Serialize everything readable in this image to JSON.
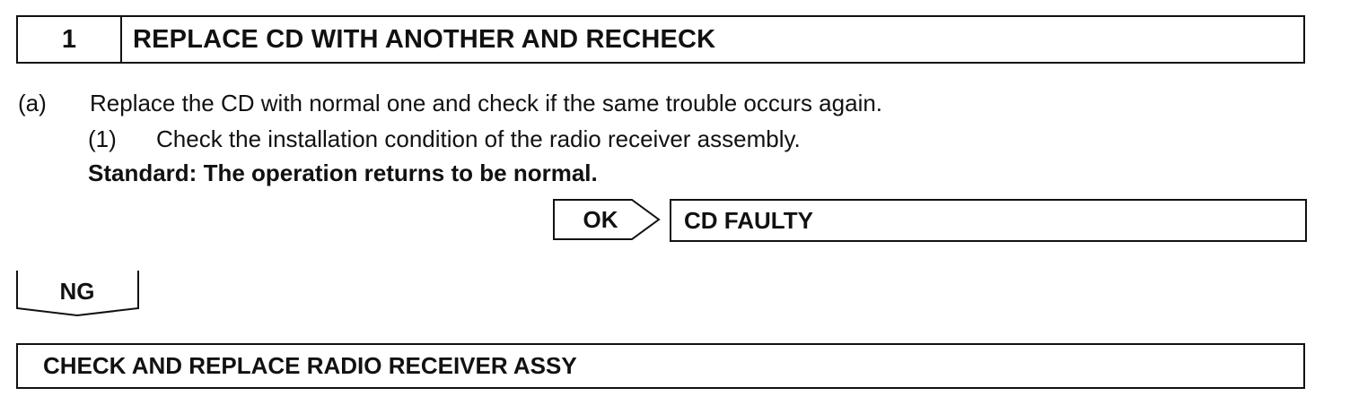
{
  "step": {
    "number": "1",
    "title": "REPLACE CD WITH ANOTHER AND RECHECK"
  },
  "instructions": {
    "a_marker": "(a)",
    "a_text": "Replace the CD with normal one and check if the same trouble occurs again.",
    "sub1_marker": "(1)",
    "sub1_text": "Check the installation condition of the radio receiver assembly.",
    "standard": "Standard: The operation returns to be normal."
  },
  "ok_branch": {
    "label": "OK",
    "result": "CD FAULTY"
  },
  "ng_branch": {
    "label": "NG"
  },
  "next_step": {
    "title": "CHECK AND REPLACE RADIO RECEIVER ASSY"
  }
}
